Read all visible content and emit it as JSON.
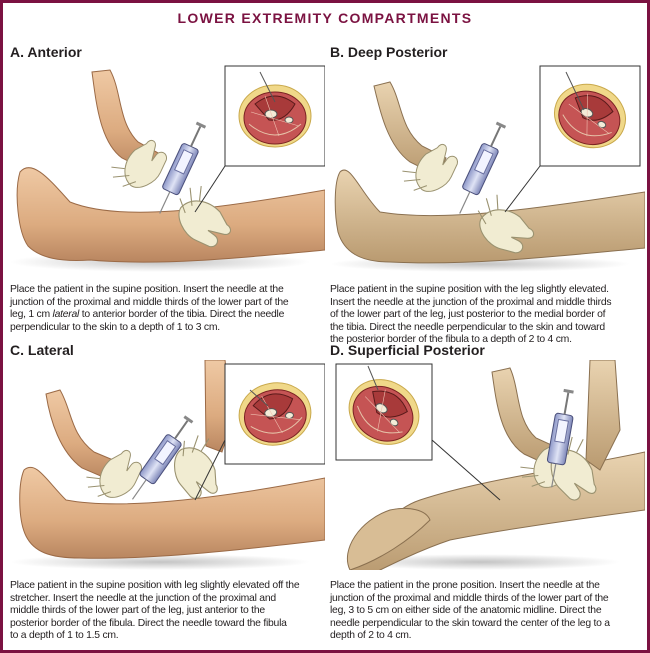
{
  "title": "LOWER EXTREMITY COMPARTMENTS",
  "colors": {
    "border": "#7b1241",
    "title": "#7b1241",
    "skin": "#e2b48c",
    "glove": "#ece6c8",
    "muscle": "#b23a3a"
  },
  "panels": [
    {
      "heading": "A. Anterior",
      "caption_lines": [
        "Place the patient in the supine position. Insert the needle at the",
        "junction of the proximal and middle thirds of the lower part of the",
        "leg, 1 cm ",
        "lateral",
        " to anterior border of the tibia. Direct the needle",
        "perpendicular to the skin to a depth of 1 to 3 cm."
      ]
    },
    {
      "heading": "B. Deep Posterior",
      "caption_lines": [
        "Place patient in the supine position with the leg slightly elevated.",
        "Insert the needle at the junction of the proximal and middle thirds",
        "of the lower part of the leg, just posterior to the medial border of",
        "the tibia. Direct the needle perpendicular to the skin and toward",
        "the posterior border of the fibula to a depth of 2 to 4 cm."
      ]
    },
    {
      "heading": "C. Lateral",
      "caption_lines": [
        "Place patient in the supine position with leg slightly elevated off the",
        "stretcher. Insert the needle at the junction of the proximal and",
        "middle thirds of the lower part of the leg, just anterior to the",
        "posterior border of the fibula. Direct the needle toward the fibula",
        "to a depth of 1 to 1.5 cm."
      ]
    },
    {
      "heading": "D. Superficial Posterior",
      "caption_lines": [
        "Place the patient in the prone position. Insert the needle at the",
        "junction of the proximal and middle thirds of the lower part of the",
        "leg, 3 to 5 cm on either side of the anatomic midline. Direct the",
        "needle perpendicular to the skin toward the center of the leg to a",
        "depth of 2 to 4 cm."
      ]
    }
  ]
}
